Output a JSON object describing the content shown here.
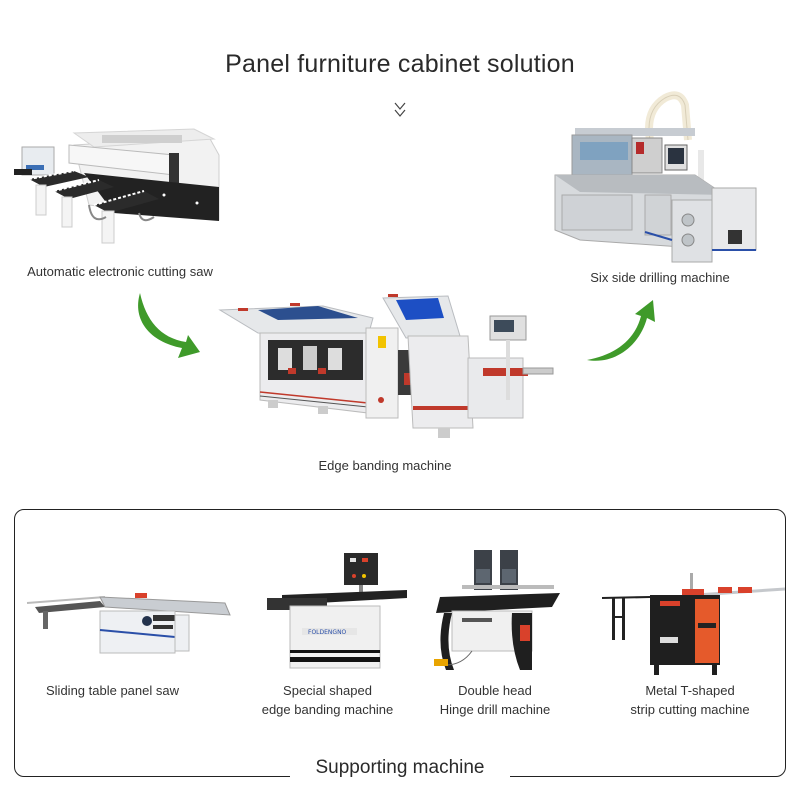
{
  "header": {
    "title": "Panel furniture cabinet solution",
    "scroll_indicator_icon": "double-chevron-down-icon"
  },
  "process_flow": {
    "steps": [
      {
        "label": "Automatic electronic cutting saw",
        "image": "electronic-cutting-saw-image"
      },
      {
        "label": "Edge banding machine",
        "image": "edge-banding-machine-image"
      },
      {
        "label": "Six side drilling machine",
        "image": "six-side-drilling-machine-image"
      }
    ],
    "arrows": [
      {
        "icon": "curved-arrow-down-right-icon",
        "color": "#3f9a2a"
      },
      {
        "icon": "curved-arrow-up-right-icon",
        "color": "#3f9a2a"
      }
    ]
  },
  "supporting": {
    "title": "Supporting machine",
    "items": [
      {
        "line1": "Sliding table panel saw",
        "line2": ""
      },
      {
        "line1": "Special shaped",
        "line2": "edge banding machine"
      },
      {
        "line1": "Double head",
        "line2": "Hinge drill machine"
      },
      {
        "line1": "Metal T-shaped",
        "line2": "strip cutting machine"
      }
    ]
  },
  "colors": {
    "arrow_green": "#3f9a2a",
    "frame_border": "#222222",
    "accent_red": "#d9412b",
    "accent_blue": "#2a4fa8"
  }
}
